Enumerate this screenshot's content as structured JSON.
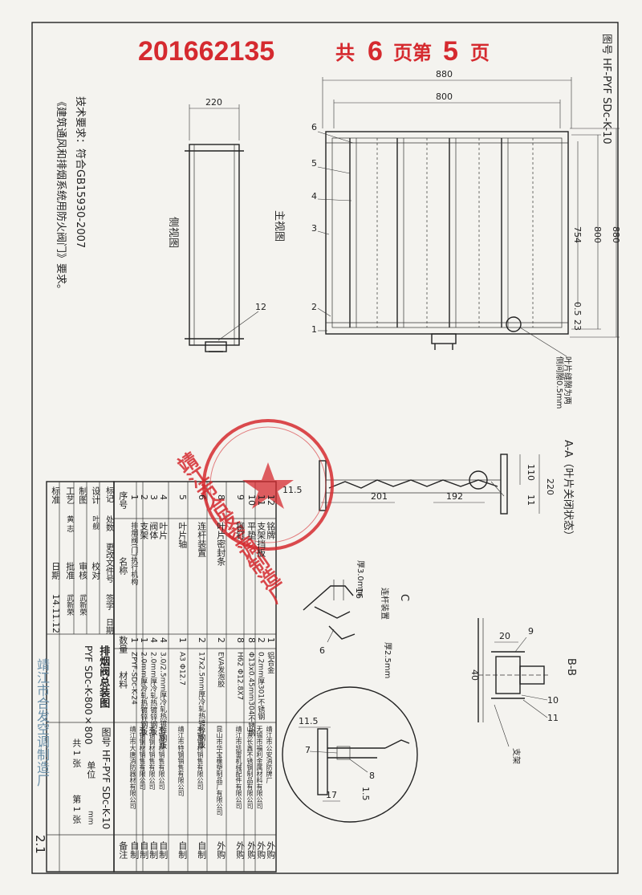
{
  "header": {
    "doc_number": "201662135",
    "page_total_prefix": "共",
    "page_total": "6",
    "page_mid": "页第",
    "page_current": "5",
    "page_suffix": "页"
  },
  "drawing_no": "图号 HF-PYF SDc-K-10",
  "tech_requirements": {
    "line1": "技术要求：符合GB15930-2007",
    "line2": "《建筑通风和排烟系统用防火阀门》要求。"
  },
  "views": {
    "side_title": "侧视图",
    "main_title": "主视图",
    "section_aa": "A-A（叶片关闭状态）",
    "detail_c": "C",
    "detail_c_sub": "连杆装置",
    "section_bb": "B-B",
    "gap_note1": "叶片缝隙为两",
    "gap_note2": "侧间隙0.5mm",
    "support_label": "支架"
  },
  "dims": {
    "side_width": "220",
    "top_outer": "880",
    "top_inner": "800",
    "right_outer": "880",
    "right_inner": "800",
    "right_754": "754",
    "right_05": "0.5",
    "right_23": "23",
    "aa_110": "110",
    "aa_220": "220",
    "aa_201": "201",
    "aa_192": "192",
    "aa_115": "11.5",
    "aa_11": "11",
    "c_thk3": "厚3.0mm",
    "c_thk2": "厚2.5mm",
    "c_16": "16",
    "bb_20": "20",
    "bb_40": "40",
    "det_115": "11.5",
    "det_17": "17",
    "det_15": "1.5"
  },
  "balloons": {
    "main": [
      "6",
      "5",
      "4",
      "3",
      "2",
      "1"
    ],
    "side": "12",
    "c": "6",
    "bb": [
      "9",
      "10",
      "11"
    ],
    "det": [
      "7",
      "8"
    ]
  },
  "parts_table": {
    "headers": {
      "no": "序号",
      "name": "名称",
      "qty": "数量",
      "material": "材料",
      "note": "备注"
    },
    "rows": [
      {
        "no": "12",
        "name": "铭牌",
        "qty": "1",
        "material": "铝合金",
        "maker": "靖江市公安消防牌厂",
        "note": "外购"
      },
      {
        "no": "11",
        "name": "支架挡板",
        "qty": "2",
        "material": "0.2mm厚301不锈钢",
        "maker": "无锡市福利金属材料有限公司",
        "note": "外购"
      },
      {
        "no": "10",
        "name": "平垫",
        "qty": "8",
        "material": "Φ13x0.45mm304不锈钢",
        "maker": "山东长鑫不锈钢制品有限公司",
        "note": "外购"
      },
      {
        "no": "9",
        "name": "铆钉",
        "qty": "8",
        "material": "H62 Φ12.8X7",
        "maker": "靖江市凯雷机械配件有限公司",
        "note": "外购"
      },
      {
        "no": "8",
        "name": "叶片密封条",
        "qty": "2",
        "material": "EVA发泡胶",
        "maker": "昆山市华宝橡塑制品厂有限公司",
        "note": "外购"
      },
      {
        "no": "6",
        "name": "连杆装置",
        "qty": "2",
        "material": "17x2.5mm厚冷轧热镀锌钢板",
        "maker": "本钢钢材销售有限公司",
        "note": "自制"
      },
      {
        "no": "5",
        "name": "叶片轴",
        "qty": "1",
        "material": "A3 Φ12.7",
        "maker": "靖江市特钢销售有限公司",
        "note": "自制"
      },
      {
        "no": "4",
        "name": "叶片",
        "qty": "4",
        "material": "3.0/2.5mm厚冷轧热镀锌钢板",
        "maker": "本钢钢材销售有限公司",
        "note": "自制"
      },
      {
        "no": "3",
        "name": "阀体",
        "qty": "4",
        "material": "2.0mm厚冷轧热镀锌钢板",
        "maker": "本钢钢材销售有限公司",
        "note": "自制"
      },
      {
        "no": "2",
        "name": "支架",
        "qty": "1",
        "material": "2.0mm厚冷轧热镀锌钢板",
        "maker": "本钢钢材销售有限公司",
        "note": "自制"
      },
      {
        "no": "1",
        "name": "排烟阀(门)执行机构",
        "qty": "1",
        "material": "ZPYF-SDc-K-24",
        "maker": "靖江市大唐消防器材有限公司",
        "note": "自制"
      }
    ]
  },
  "title_block": {
    "cells": [
      [
        "标记",
        "处数",
        "更改文件号",
        "签字",
        "日期"
      ],
      [
        "设计",
        "叶舰",
        "校对",
        "",
        ""
      ],
      [
        "制图",
        "",
        "审核",
        "武新荣",
        ""
      ],
      [
        "工艺",
        "黄 志",
        "批准",
        "武新荣",
        ""
      ],
      [
        "标准",
        "",
        "日期",
        "14.11.12",
        ""
      ]
    ],
    "drawing_name": "排烟阀总装图",
    "model": "PYF SDc-K-800×800",
    "dwg_no": "图号 HF-PYF SDc-K-10",
    "total_sheets": "共 1 张",
    "sheet_no": "第 1 张",
    "unit_label": "单位",
    "unit_mm": "mm",
    "scale": "2.1",
    "company": "靖江市合发空调制造厂"
  },
  "seal": {
    "text": "靖江市合发空调制造厂"
  },
  "colors": {
    "stamp": "#d52a2f",
    "ink": "#222222",
    "paper": "#f4f3ef"
  }
}
